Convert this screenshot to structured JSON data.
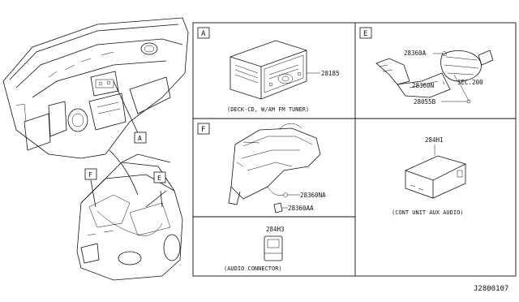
{
  "overview": {
    "callouts": [
      "A",
      "F",
      "E"
    ]
  },
  "panels": {
    "A": {
      "label": "A",
      "parts": [
        "28185"
      ],
      "caption": "(DECK-CD, W/AM FM TUNER)"
    },
    "E": {
      "label": "E",
      "parts": [
        "28360A",
        "28360N",
        "SEC.200",
        "28055B"
      ]
    },
    "F": {
      "label": "F",
      "parts": [
        "28360NA",
        "28360AA"
      ]
    },
    "aux": {
      "parts": [
        "284H1"
      ],
      "caption": "(CONT UNIT AUX AUDIO)"
    },
    "conn": {
      "parts": [
        "284H3"
      ],
      "caption": "(AUDIO CONNECTOR)"
    }
  },
  "diagram_id": "J2800107"
}
